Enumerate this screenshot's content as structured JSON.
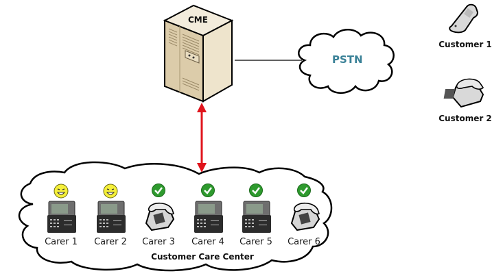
{
  "server": {
    "label": "CME",
    "icon": "server-tower-icon"
  },
  "pstn": {
    "label": "PSTN",
    "icon": "cloud-icon",
    "label_color": "#3a8197"
  },
  "link_color": "#e0141c",
  "customers": [
    {
      "label": "Customer 1",
      "icon": "mobile-phone-icon"
    },
    {
      "label": "Customer 2",
      "icon": "desk-phone-icon"
    }
  ],
  "care_center": {
    "label": "Customer Care Center",
    "carers": [
      {
        "label": "Carer 1",
        "device": "ip-phone",
        "status": "busy-smiley"
      },
      {
        "label": "Carer 2",
        "device": "ip-phone",
        "status": "busy-smiley"
      },
      {
        "label": "Carer 3",
        "device": "analog-phone",
        "status": "available-check"
      },
      {
        "label": "Carer 4",
        "device": "ip-phone",
        "status": "available-check"
      },
      {
        "label": "Carer 5",
        "device": "ip-phone",
        "status": "available-check"
      },
      {
        "label": "Carer 6",
        "device": "analog-phone",
        "status": "available-check"
      }
    ]
  },
  "colors": {
    "check": "#2e9a2e",
    "smiley": "#f5ef3a",
    "server": "#e6d9bd"
  }
}
